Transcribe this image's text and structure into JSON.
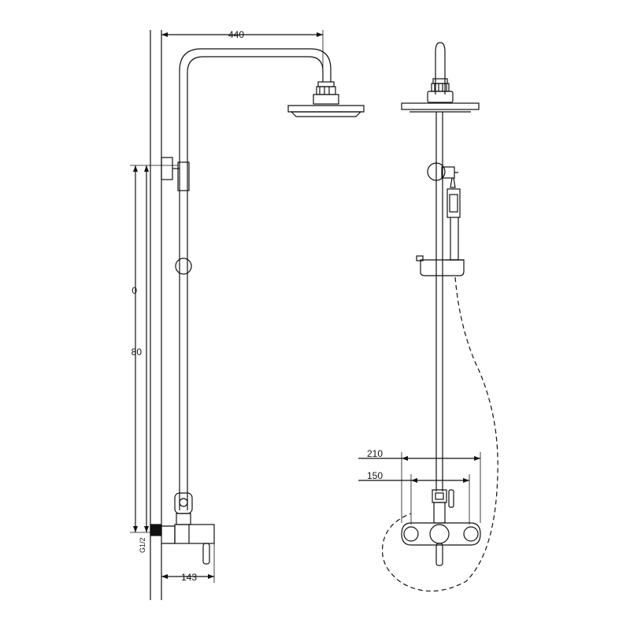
{
  "dimensions": {
    "top_width": "440",
    "bracket_offset": "143",
    "height_upper": "0",
    "height_lower": "80",
    "width_outer": "210",
    "width_inner": "150",
    "thread": "G1/2"
  },
  "colors": {
    "line": "#111111",
    "background": "#ffffff"
  }
}
